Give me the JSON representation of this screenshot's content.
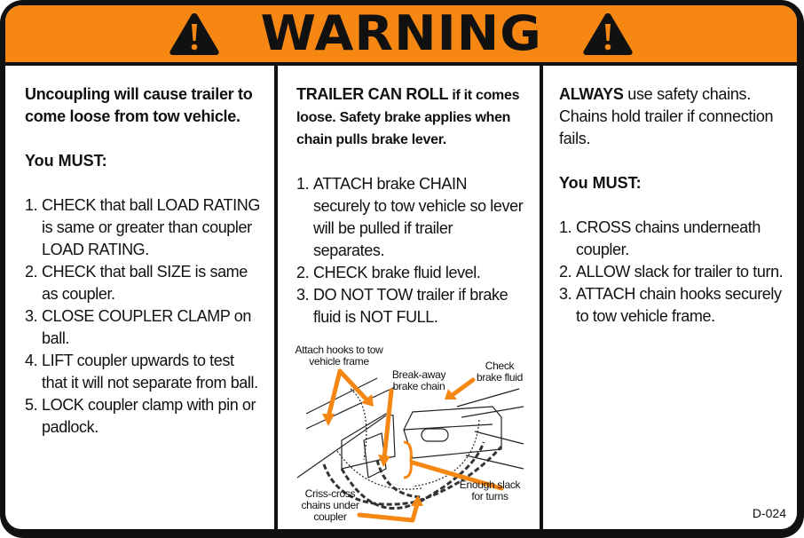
{
  "header": {
    "title": "WARNING",
    "left_icon": "warning-triangle-icon",
    "right_icon": "warning-triangle-icon",
    "colors": {
      "background": "#f68712",
      "text": "#111111",
      "border": "#111111"
    }
  },
  "columns": [
    {
      "intro_bold": "Uncoupling will cause trailer to come loose from tow vehicle.",
      "must_label": "You MUST:",
      "steps": [
        {
          "num": "1.",
          "text": "CHECK that ball LOAD RATING is same or greater than coupler LOAD RATING."
        },
        {
          "num": "2.",
          "text": "CHECK that ball SIZE is same as coupler."
        },
        {
          "num": "3.",
          "text": "CLOSE COUPLER CLAMP on ball."
        },
        {
          "num": "4.",
          "text": "LIFT coupler upwards to test that it will not separate from ball."
        },
        {
          "num": "5.",
          "text": "LOCK coupler clamp with pin or padlock."
        }
      ]
    },
    {
      "intro_big": "TRAILER CAN ROLL",
      "intro_rest": " if it comes loose. Safety brake applies when chain pulls brake lever.",
      "steps": [
        {
          "num": "1.",
          "text": "ATTACH brake CHAIN securely to tow vehicle so lever will be pulled if trailer separates."
        },
        {
          "num": "2.",
          "text": "CHECK brake fluid level."
        },
        {
          "num": "3.",
          "text": "DO NOT  TOW trailer if brake fluid is NOT FULL."
        }
      ],
      "diagram": {
        "labels": {
          "attach_hooks": "Attach hooks to tow vehicle frame",
          "breakaway": "Break-away brake chain",
          "check_fluid": "Check brake fluid",
          "slack": "Enough slack for turns",
          "crisscross": "Criss-cross chains under coupler"
        },
        "arrow_color": "#f68712"
      }
    },
    {
      "intro_bold": "ALWAYS",
      "intro_rest": " use safety chains. Chains hold trailer if connection fails.",
      "must_label": "You MUST:",
      "steps": [
        {
          "num": "1.",
          "text": "CROSS chains underneath coupler."
        },
        {
          "num": "2.",
          "text": "ALLOW slack for trailer to turn."
        },
        {
          "num": "3.",
          "text": "ATTACH chain hooks securely to tow vehicle frame."
        }
      ]
    }
  ],
  "footer": {
    "code": "D-024"
  }
}
